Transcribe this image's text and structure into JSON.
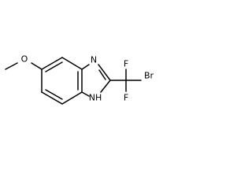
{
  "molecule": {
    "atoms": {
      "O": "O",
      "N": "N",
      "NH": "NH",
      "Br": "Br",
      "F_top": "F",
      "F_bottom": "F"
    }
  },
  "colors": {
    "background": "#ffffff",
    "bond": "#000000",
    "label": "#000000"
  }
}
